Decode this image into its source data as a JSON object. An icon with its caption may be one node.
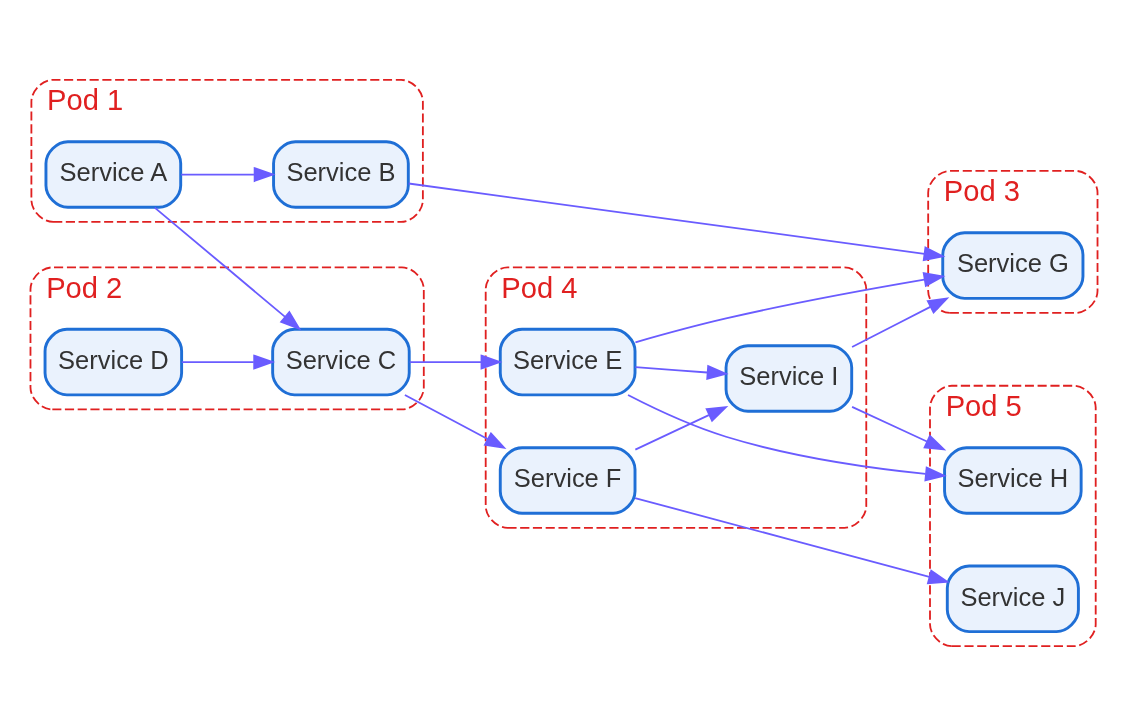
{
  "diagram": {
    "nodes": [
      {
        "text": [
          "Pod 1"
        ]
      },
      {
        "text": [
          "Service B"
        ],
        "in": 0
      },
      {
        "text": [
          "Service A"
        ],
        "in": 0
      },
      {
        "text": [
          "Pod 3"
        ]
      },
      {
        "text": [
          "Service G"
        ],
        "in": 3
      },
      {
        "text": [
          "Pod 2"
        ]
      },
      {
        "text": [
          "Service C"
        ],
        "in": 5
      },
      {
        "text": [
          "Service D"
        ],
        "in": 5
      },
      {
        "text": [
          "Pod 4"
        ]
      },
      {
        "text": [
          "Service E"
        ],
        "in": 8
      },
      {
        "text": [
          "Service I"
        ],
        "in": 8
      },
      {
        "text": [
          "Service F"
        ],
        "in": 8
      },
      {
        "text": [
          "Pod 5"
        ]
      },
      {
        "text": [
          "Service H"
        ],
        "in": 12
      },
      {
        "text": [
          "Service J"
        ],
        "in": 12
      }
    ],
    "edges": [
      {
        "from": 2,
        "to": 1,
        "arrow": "to"
      },
      {
        "from": 2,
        "to": 6,
        "arrow": "to"
      },
      {
        "from": 1,
        "to": 4,
        "arrow": "to"
      },
      {
        "from": 7,
        "to": 6,
        "arrow": "to"
      },
      {
        "from": 6,
        "to": 9,
        "arrow": "to"
      },
      {
        "from": 6,
        "to": 11,
        "arrow": "to"
      },
      {
        "from": 9,
        "to": 4,
        "arrow": "to"
      },
      {
        "from": 9,
        "to": 13,
        "arrow": "to"
      },
      {
        "from": 9,
        "to": 10,
        "arrow": "to"
      },
      {
        "from": 11,
        "to": 10,
        "arrow": "to"
      },
      {
        "from": 11,
        "to": 14,
        "arrow": "to"
      },
      {
        "from": 10,
        "to": 13,
        "arrow": "to"
      },
      {
        "from": 10,
        "to": 4,
        "arrow": "to"
      }
    ]
  }
}
